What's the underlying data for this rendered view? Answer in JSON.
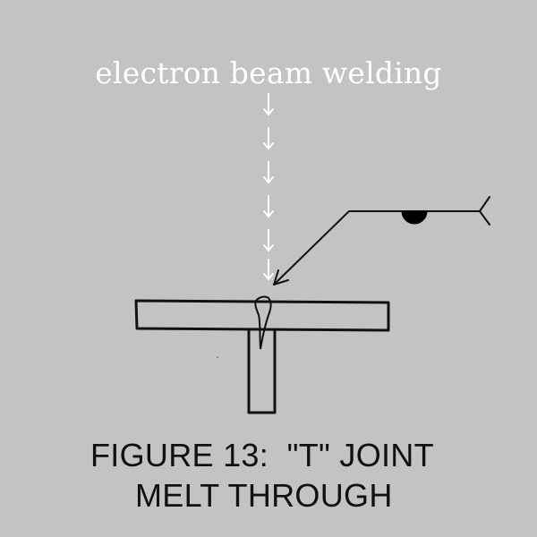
{
  "diagram": {
    "beam_label": "electron beam welding",
    "caption_line1": "FIGURE 13:  \"T\" JOINT",
    "caption_line2": "MELT THROUGH",
    "colors": {
      "background": "#c3c3c3",
      "beam_arrows": "#ffffff",
      "lines": "#111111",
      "weld_symbol": "#000000"
    },
    "icons": {
      "beam": "dashed-down-arrow-icon",
      "weld_symbol": "melt-through-symbol-icon",
      "arrow": "leader-arrow-icon"
    }
  }
}
